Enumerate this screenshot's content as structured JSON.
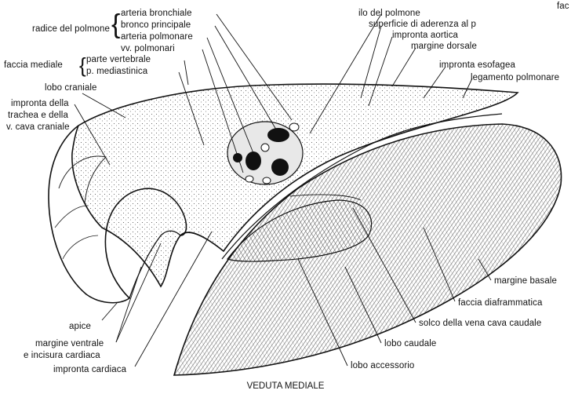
{
  "caption": "VEDUTA MEDIALE",
  "corner_fragment": "fac",
  "groups": {
    "radice": {
      "title": "radice del polmone",
      "items": [
        "arteria bronchiale",
        "bronco principale",
        "arteria polmonare",
        "vv. polmonari"
      ]
    },
    "faccia_mediale": {
      "title": "faccia mediale",
      "items": [
        "parte vertebrale",
        "p. mediastinica"
      ]
    }
  },
  "labels": {
    "lobo_craniale": "lobo craniale",
    "impronta_trachea_1": "impronta della",
    "impronta_trachea_2": "trachea e della",
    "impronta_trachea_3": "v. cava craniale",
    "apice": "apice",
    "margine_ventrale_1": "margine ventrale",
    "margine_ventrale_2": "e incisura cardiaca",
    "impronta_cardiaca": "impronta cardiaca",
    "ilo": "ilo del polmone",
    "superficie": "superficie di aderenza al p",
    "impronta_aortica": "impronta aortica",
    "margine_dorsale": "margine dorsale",
    "impronta_esofagea": "impronta esofagea",
    "legamento": "legamento polmonare",
    "margine_basale": "margine basale",
    "faccia_diaframmatica": "faccia diaframmatica",
    "solco": "solco della vena cava caudale",
    "lobo_caudale": "lobo caudale",
    "lobo_accessorio": "lobo accessorio"
  },
  "colors": {
    "ink": "#111111",
    "paper": "#ffffff",
    "shade": "#d9d9d9"
  }
}
